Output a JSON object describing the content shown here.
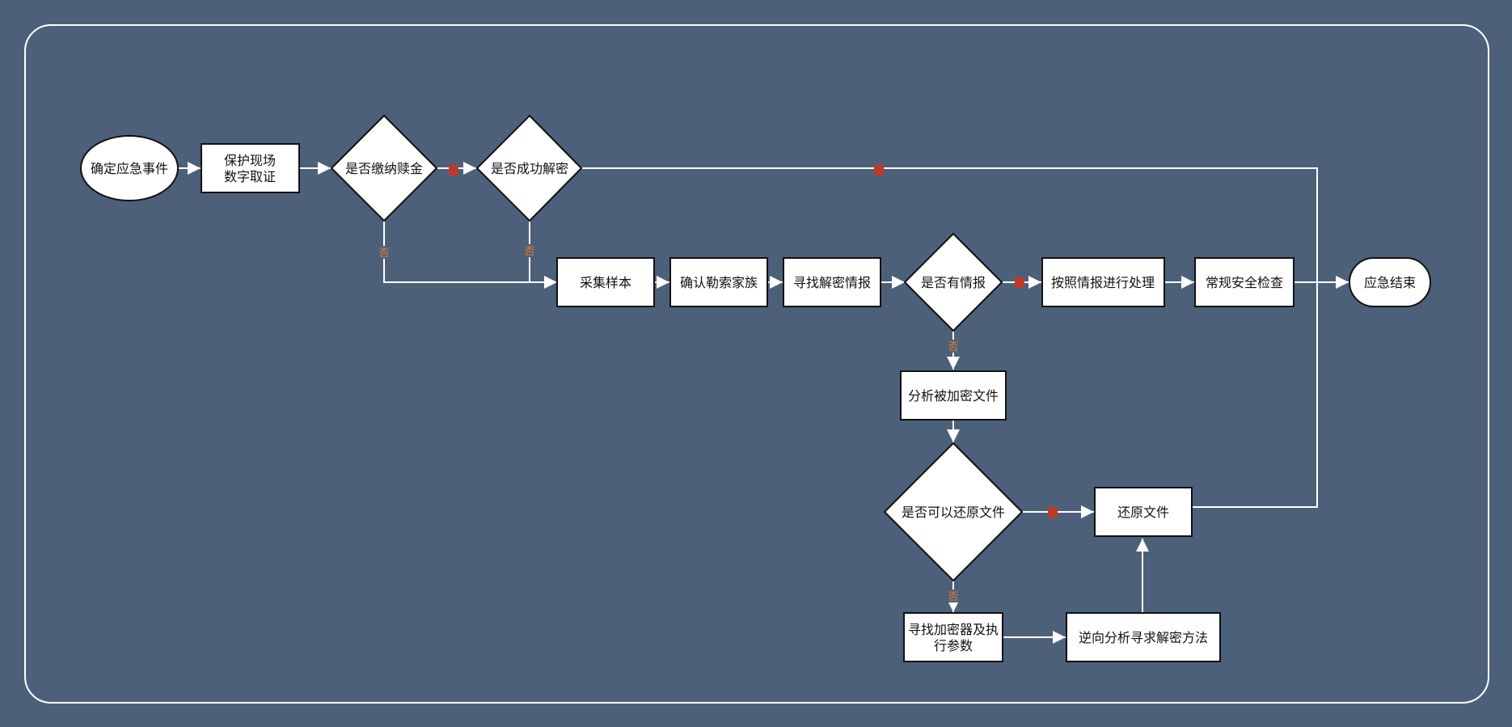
{
  "diagram": {
    "colors": {
      "background": "#4d6079",
      "line": "#ffffff",
      "node_fill": "#ffffff",
      "node_stroke": "#111111",
      "text": "#111111",
      "yes_label": "#c0392b",
      "no_label": "#e67e22"
    },
    "nodes": {
      "start": "确定应急事件",
      "protect": [
        "保护现场",
        "数字取证"
      ],
      "ransom_paid": "是否缴纳赎金",
      "decrypt_ok": "是否成功解密",
      "collect": "采集样本",
      "confirm_family": "确认勒索家族",
      "find_intel": "寻找解密情报",
      "has_intel": "是否有情报",
      "handle_intel": "按照情报进行处理",
      "security_check": "常规安全检查",
      "end": "应急结束",
      "analyze_files": "分析被加密文件",
      "can_restore": "是否可以还原文件",
      "restore": "还原文件",
      "find_encryptor": [
        "寻找加密器及执",
        "行参数"
      ],
      "reverse": "逆向分析寻求解密方法"
    },
    "edge_labels": {
      "yes": "是",
      "no": "否"
    }
  }
}
